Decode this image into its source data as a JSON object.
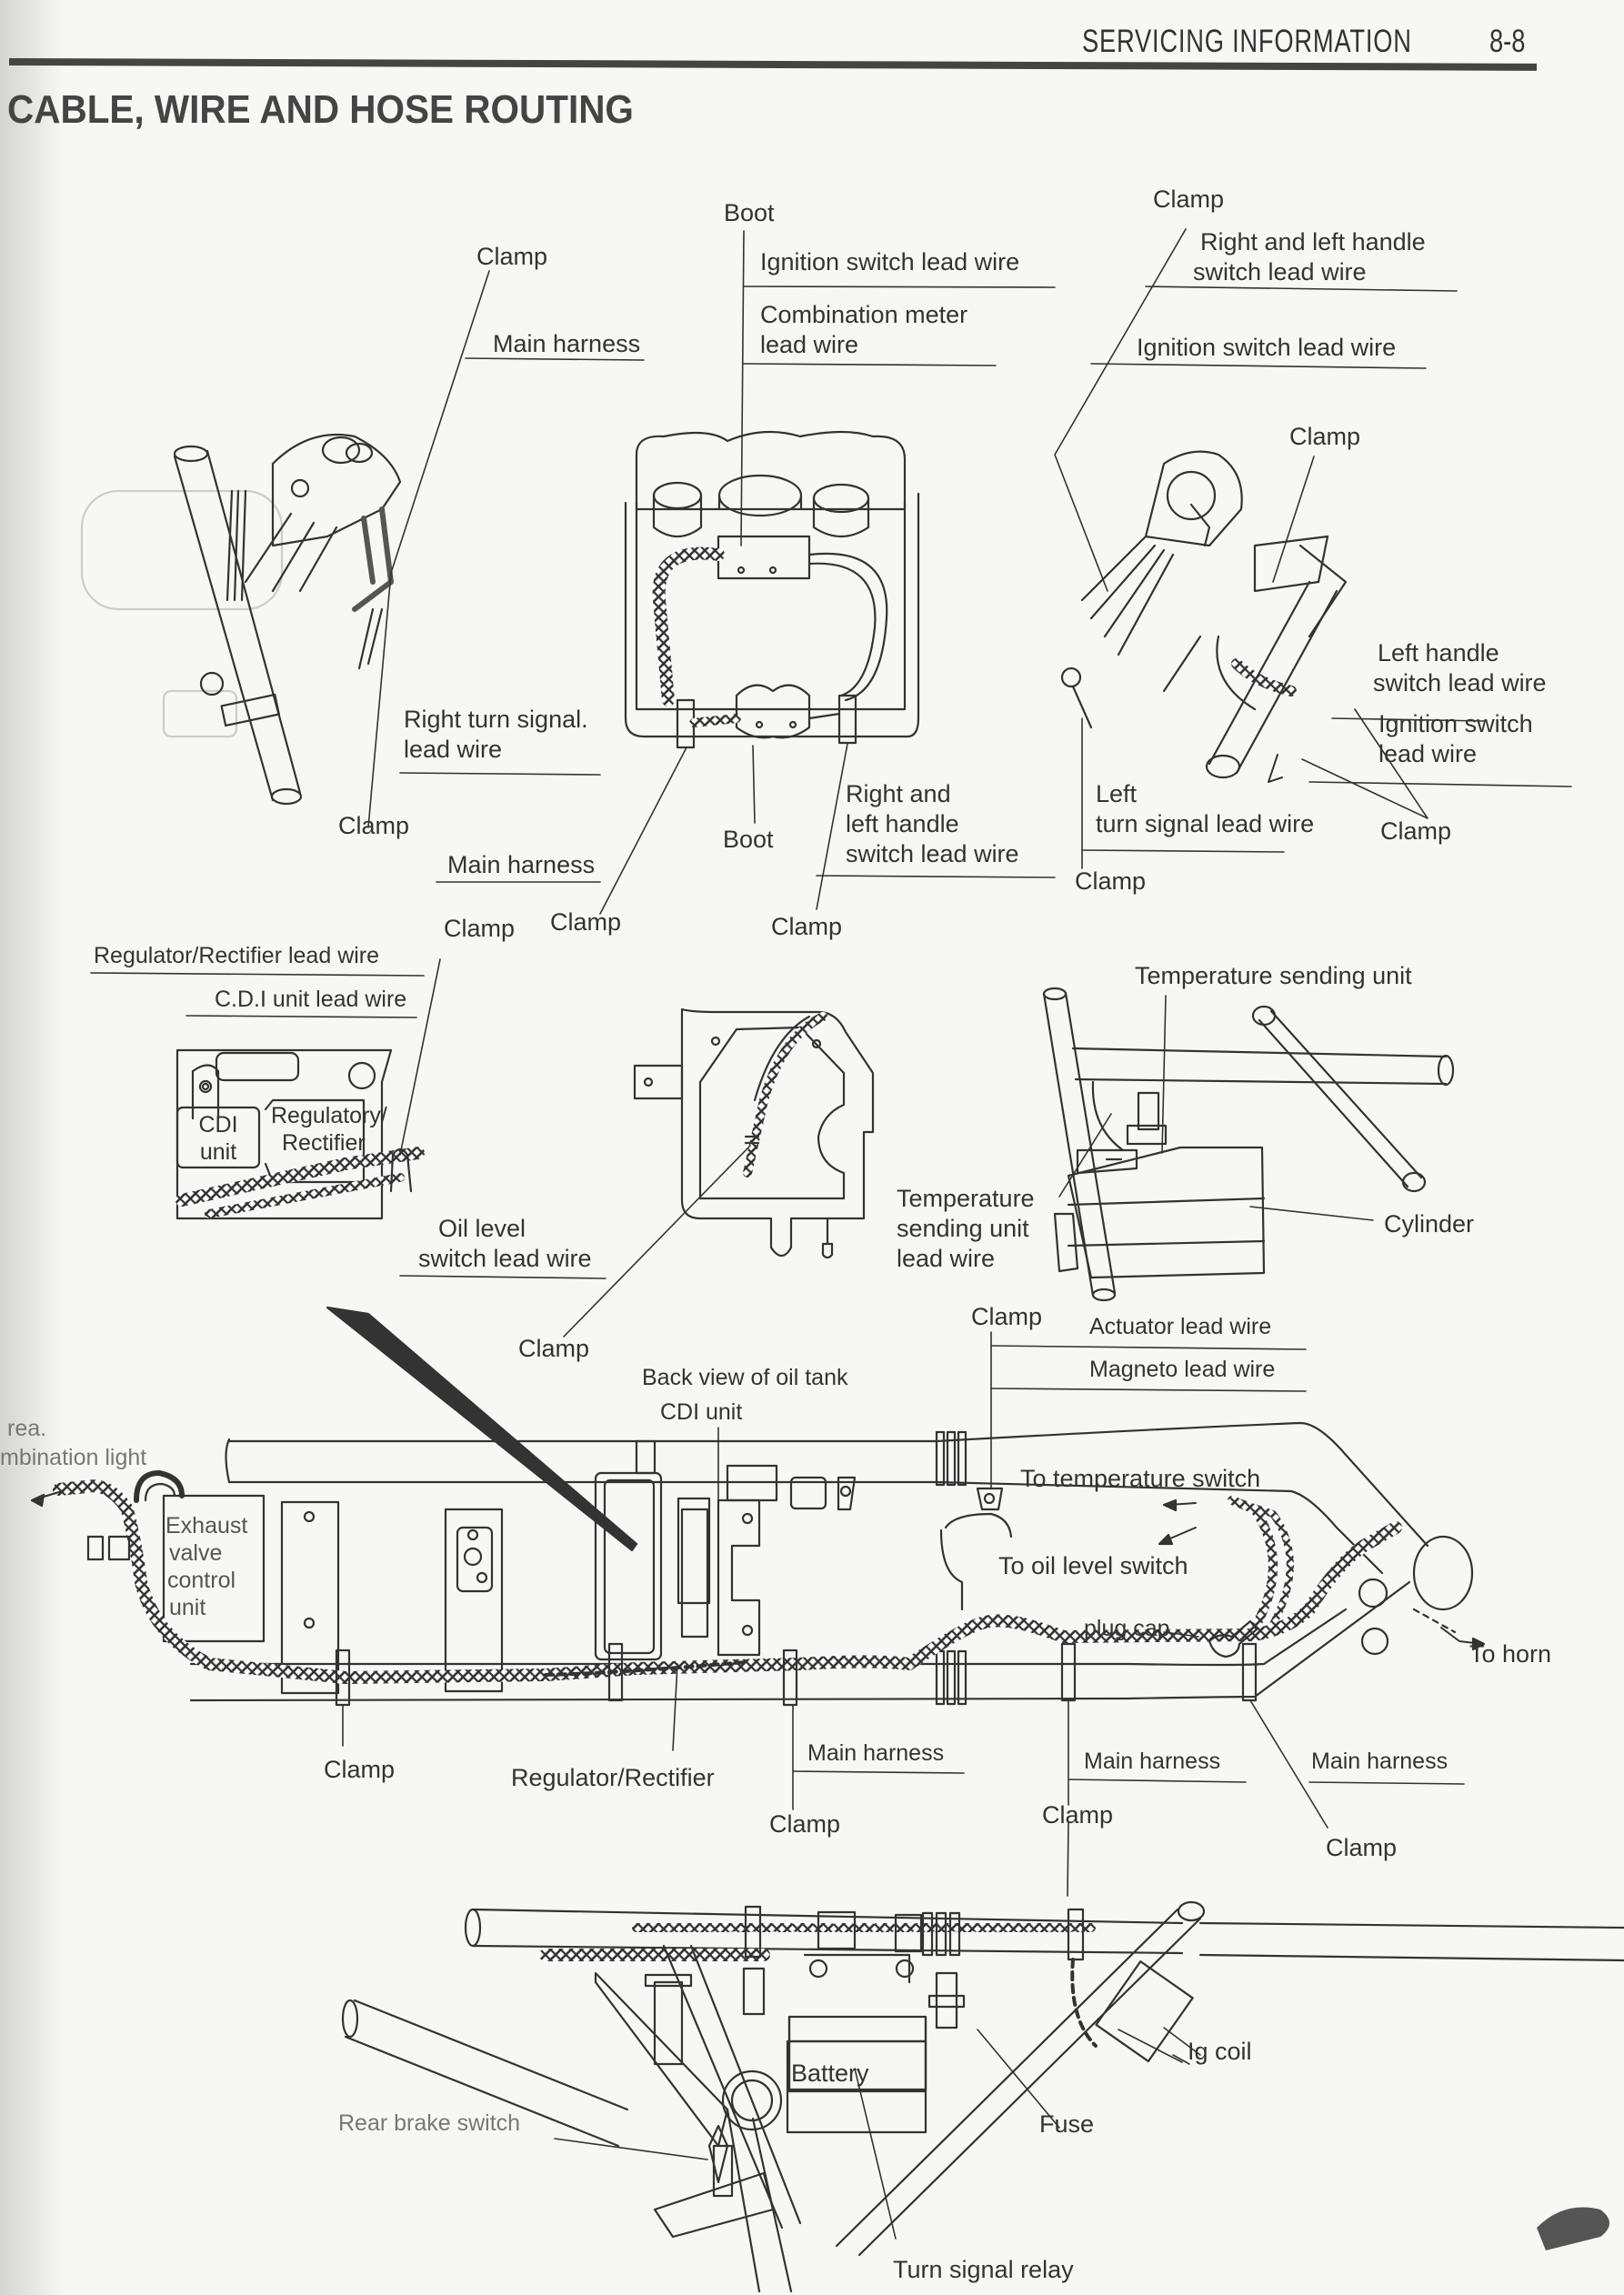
{
  "header": {
    "section": "SERVICING INFORMATION",
    "page_number": "8-8"
  },
  "title": "CABLE, WIRE AND HOSE ROUTING",
  "handlebar_right": {
    "clamp_top": "Clamp",
    "main_harness": "Main harness",
    "right_turn_signal_lead_wire": [
      "Right turn signal.",
      "lead wire"
    ],
    "clamp_bottom": "Clamp"
  },
  "meter": {
    "boot_top": "Boot",
    "ignition_switch_lead_wire": "Ignition switch lead wire",
    "combination_meter_lead_wire": [
      "Combination meter",
      "lead wire"
    ],
    "boot_bottom": "Boot",
    "main_harness": "Main harness",
    "clamp_left": "Clamp",
    "right_left_handle_switch_lead_wire": [
      "Right and",
      "left handle",
      "switch lead wire"
    ],
    "clamp_right": "Clamp"
  },
  "handlebar_left": {
    "clamp_top": "Clamp",
    "right_left_handle_switch_lead_wire": [
      "Right and left handle",
      "switch lead wire"
    ],
    "ignition_switch_lead_wire": "Ignition switch lead wire",
    "clamp_mid": "Clamp",
    "left_handle_switch_lead_wire": [
      "Left handle",
      "switch lead wire"
    ],
    "ignition_switch_lead_wire_2": [
      "Ignition switch",
      "lead wire"
    ],
    "left_turn_signal_lead_wire": [
      "Left",
      "turn signal lead wire"
    ],
    "clamp_right": "Clamp",
    "clamp_bottom": "Clamp"
  },
  "cdi_panel": {
    "clamp": "Clamp",
    "regulator_rectifier_lead_wire": "Regulator/Rectifier lead wire",
    "cdi_unit_lead_wire": "C.D.I unit lead wire",
    "cdi_unit": [
      "CDI",
      "unit"
    ],
    "regulatory_rectifier": [
      "Regulatory/",
      "Rectifier"
    ],
    "oil_level_switch_lead_wire": [
      "Oil level",
      "switch lead wire"
    ]
  },
  "oil_tank": {
    "clamp": "Clamp"
  },
  "cylinder_view": {
    "temperature_sending_unit": "Temperature sending unit",
    "temperature_sending_unit_lead_wire": [
      "Temperature",
      "sending unit",
      "lead wire"
    ],
    "cylinder": "Cylinder"
  },
  "frame_view": {
    "rear_combination_light": [
      "rea.",
      "mbination light"
    ],
    "exhaust_valve_control_unit": [
      "Exhaust",
      "valve",
      "control",
      "unit"
    ],
    "back_view_of_oil_tank": "Back view of oil tank",
    "cdi_unit": "CDI unit",
    "clamp_top": "Clamp",
    "actuator_lead_wire": "Actuator lead wire",
    "magneto_lead_wire": "Magneto lead wire",
    "to_temperature_switch": "To temperature switch",
    "to_oil_level_switch": "To oil level switch",
    "plug_cap": "plug cap",
    "to_horn": "To horn",
    "clamp_left": "Clamp",
    "regulator_rectifier": "Regulator/Rectifier",
    "main_harness_1": "Main harness",
    "clamp_mid": "Clamp",
    "main_harness_2": "Main harness",
    "clamp_mid2": "Clamp",
    "main_harness_3": "Main harness",
    "clamp_right": "Clamp"
  },
  "battery_view": {
    "battery": "Battery",
    "ig_coil": "Ig coil",
    "rear_brake_switch": "Rear brake switch",
    "fuse": "Fuse",
    "turn_signal_relay": "Turn signal relay"
  }
}
